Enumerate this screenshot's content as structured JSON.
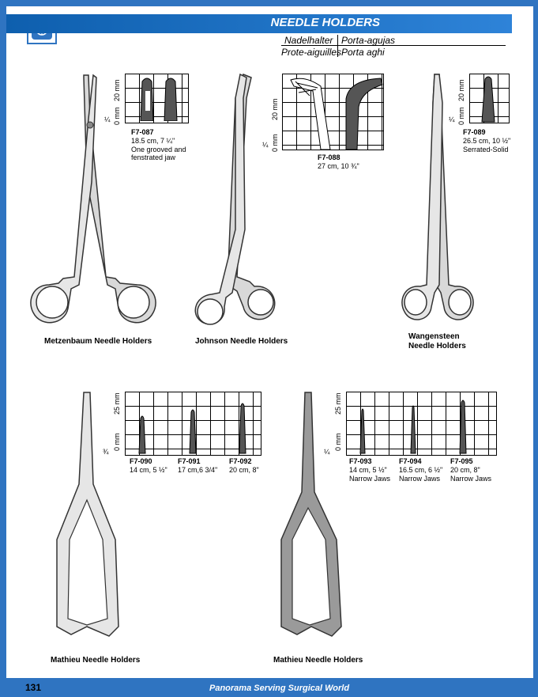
{
  "header": {
    "title": "NEEDLE HOLDERS",
    "translations": {
      "de": "Nadelhalter",
      "es": "Porta-agujas",
      "fr": "Prote-aiguilles",
      "it": "Porta aghi"
    }
  },
  "items": {
    "f7087": {
      "code": "F7-087",
      "size": "18.5 cm, 7 ¼\"",
      "desc1": "One grooved and",
      "desc2": "fenstrated jaw"
    },
    "f7088": {
      "code": "F7-088",
      "size": "27 cm, 10 ¾\""
    },
    "f7089": {
      "code": "F7-089",
      "size": "26.5 cm, 10 ½\"",
      "desc": "Serrated-Solid"
    },
    "f7090": {
      "code": "F7-090",
      "size": "14 cm, 5 ½\""
    },
    "f7091": {
      "code": "F7-091",
      "size": "17 cm,6 3/4\""
    },
    "f7092": {
      "code": "F7-092",
      "size": "20 cm, 8\""
    },
    "f7093": {
      "code": "F7-093",
      "size": "14 cm, 5 ½\"",
      "desc": "Narrow Jaws"
    },
    "f7094": {
      "code": "F7-094",
      "size": "16.5 cm, 6 ½\"",
      "desc": "Narrow Jaws"
    },
    "f7095": {
      "code": "F7-095",
      "size": "20 cm, 8\"",
      "desc": "Narrow Jaws"
    }
  },
  "captions": {
    "metzenbaum": "Metzenbaum Needle Holders",
    "johnson": "Johnson Needle Holders",
    "wangensteen1": "Wangensteen",
    "wangensteen2": "Needle Holders",
    "mathieu1": "Mathieu Needle Holders",
    "mathieu2": "Mathieu Needle Holders"
  },
  "axis": {
    "mm20": "20  mm",
    "mm25": "25  mm",
    "mm0": "0  mm",
    "quarter": "¼",
    "threequarter": "¾"
  },
  "footer": {
    "page": "131",
    "slogan": "Panorama Serving Surgical World"
  }
}
